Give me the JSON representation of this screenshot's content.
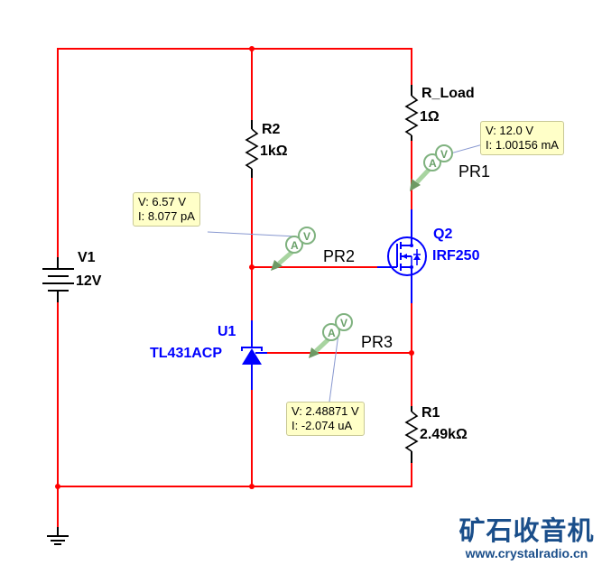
{
  "components": {
    "v1": {
      "ref": "V1",
      "value": "12V"
    },
    "r2": {
      "ref": "R2",
      "value": "1kΩ"
    },
    "r_load": {
      "ref": "R_Load",
      "value": "1Ω"
    },
    "q2": {
      "ref": "Q2",
      "value": "IRF250"
    },
    "u1": {
      "ref": "U1",
      "value": "TL431ACP"
    },
    "r1": {
      "ref": "R1",
      "value": "2.49kΩ"
    }
  },
  "probes": {
    "pr1": {
      "label": "PR1",
      "voltage": "V: 12.0 V",
      "current": "I: 1.00156 mA",
      "a": "A",
      "v": "V"
    },
    "pr2": {
      "label": "PR2",
      "voltage": "V: 6.57 V",
      "current": "I: 8.077 pA",
      "a": "A",
      "v": "V"
    },
    "pr3": {
      "label": "PR3",
      "voltage": "V: 2.48871 V",
      "current": "I: -2.074 uA",
      "a": "A",
      "v": "V"
    }
  },
  "colors": {
    "wire": "#ff0000",
    "component_blue": "#0000ff",
    "tooltip_bg": "#ffffc8",
    "probe_green": "#7fb27f"
  },
  "watermark": {
    "title": "矿石收音机",
    "url": "www.crystalradio.cn"
  }
}
